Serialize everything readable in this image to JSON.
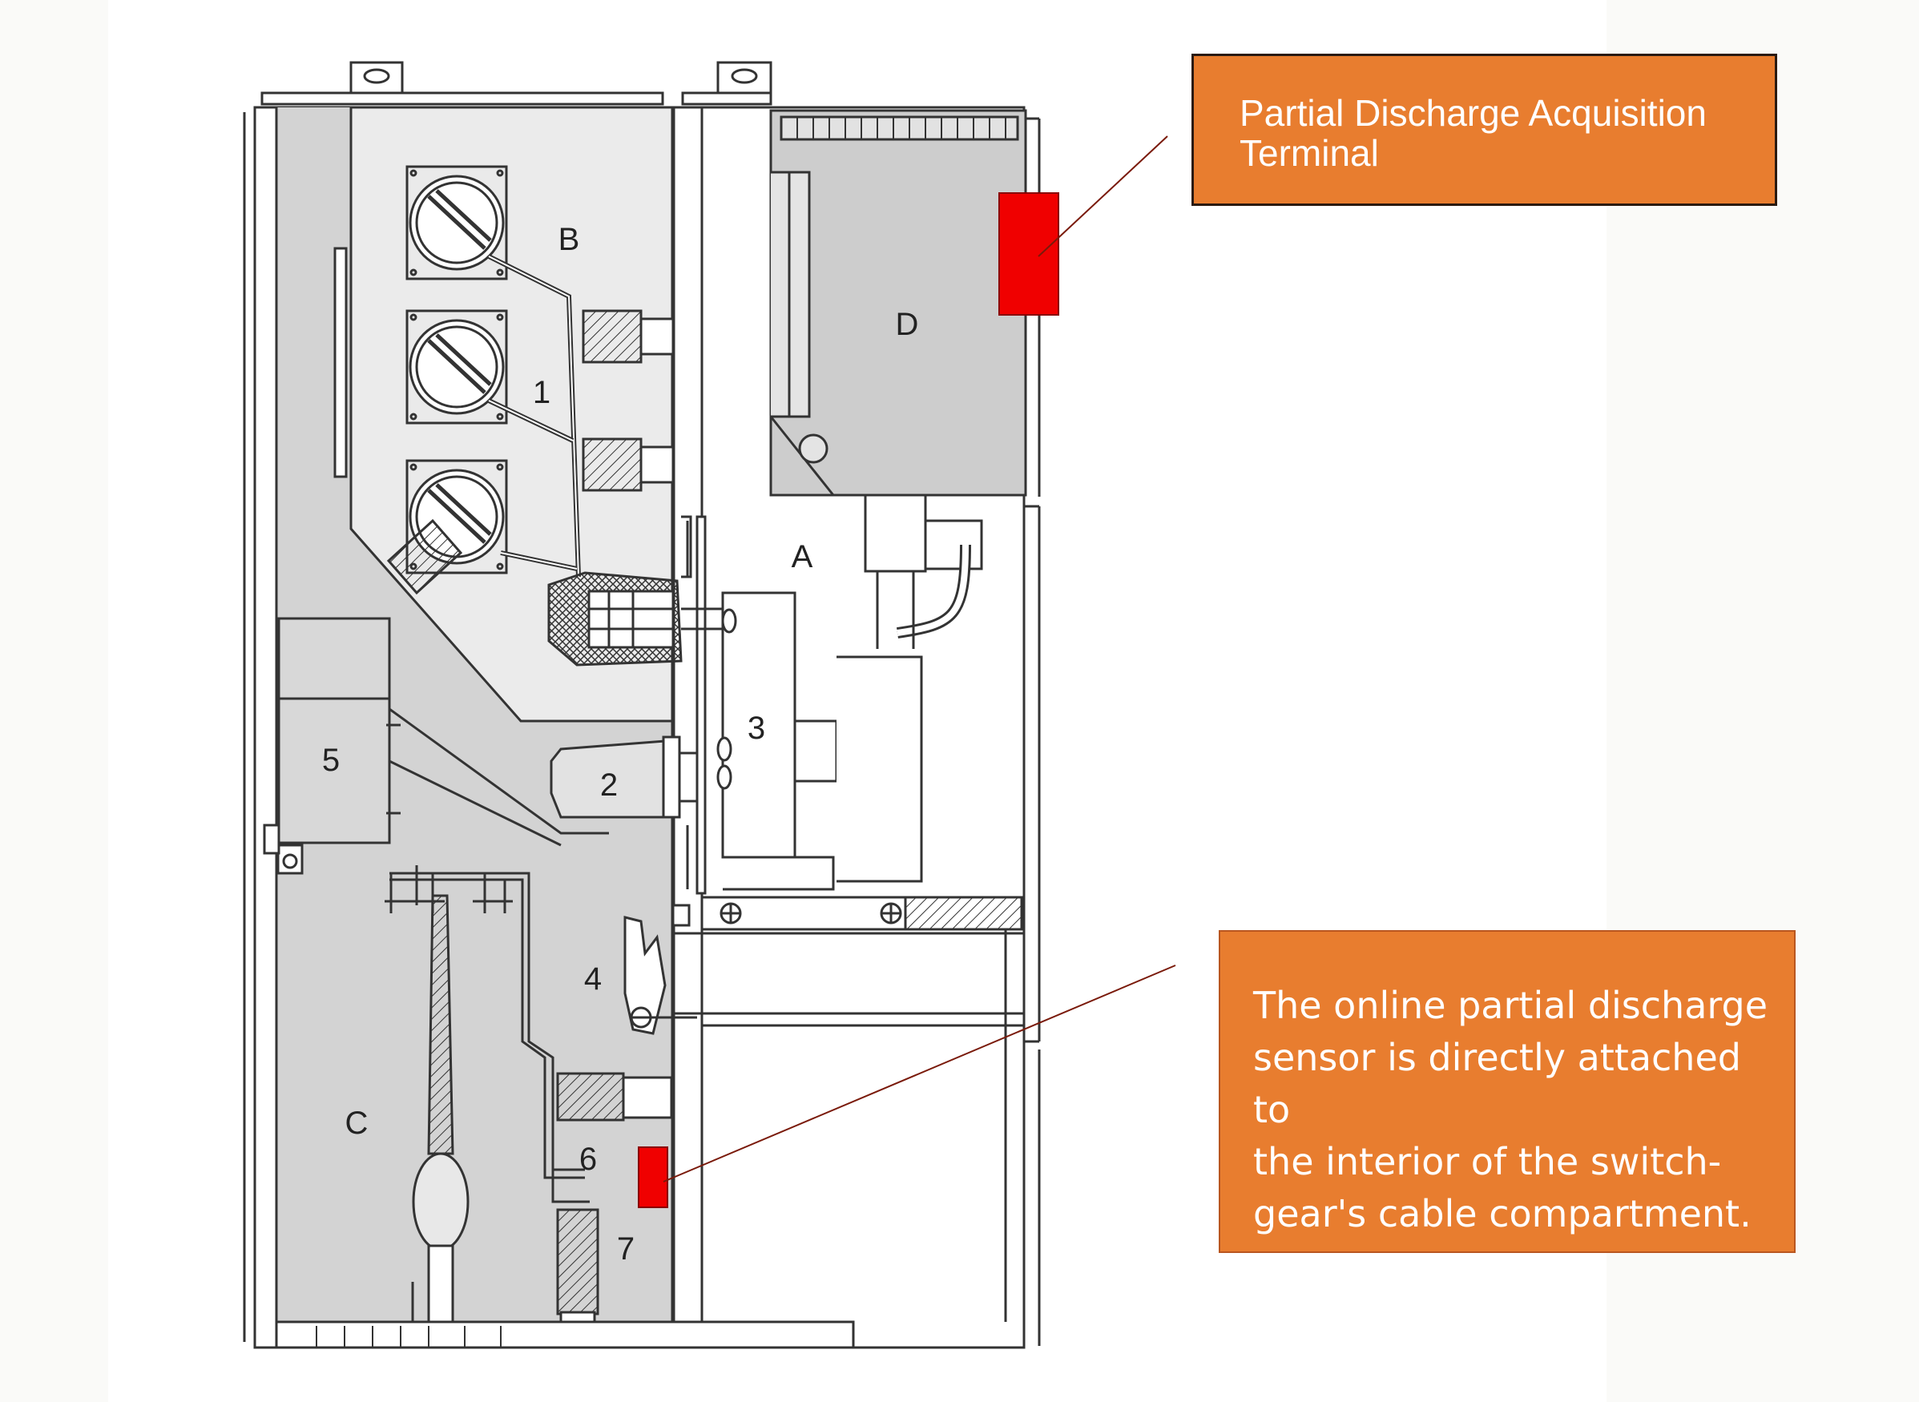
{
  "callouts": {
    "terminal": {
      "lines": [
        "Partial Discharge Acquisition",
        "Terminal"
      ]
    },
    "sensor": {
      "lines": [
        "The online partial discharge",
        "sensor is directly attached to",
        "the interior of the switch-",
        "gear's cable compartment."
      ]
    }
  },
  "diagram": {
    "compartment_labels": {
      "a": "A",
      "b": "B",
      "c": "C",
      "d": "D"
    },
    "component_labels": {
      "n1": "1",
      "n2": "2",
      "n3": "3",
      "n4": "4",
      "n5": "5",
      "n6": "6",
      "n7": "7"
    }
  },
  "colors": {
    "callout_fill": "#e87d2f",
    "marker_red": "#f00000",
    "leader_line": "#7a1a0a",
    "panel_gray": "#d2d2d2"
  }
}
